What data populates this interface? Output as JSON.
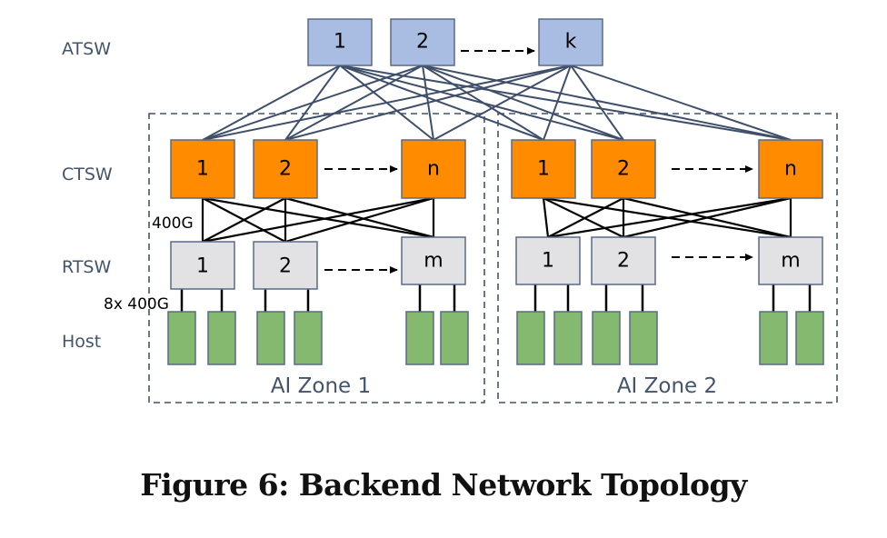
{
  "caption": "Figure 6: Backend Network Topology",
  "tiers": {
    "atsw": "ATSW",
    "ctsw": "CTSW",
    "rtsw": "RTSW",
    "host": "Host"
  },
  "annotations": {
    "ctsw_rtsw_link": "400G",
    "rtsw_host_link": "8x 400G"
  },
  "colors": {
    "atsw": "#a9bde2",
    "ctsw": "#ff8c00",
    "rtsw": "#e2e2e4",
    "host": "#84b96f",
    "border": "#5a6a85",
    "uplink": "#3f4f6a",
    "zone_border": "#44546a"
  },
  "atsw": [
    "1",
    "2",
    "k"
  ],
  "zones": [
    {
      "name": "AI Zone 1",
      "ctsw": [
        "1",
        "2",
        "n"
      ],
      "rtsw": [
        "1",
        "2",
        "m"
      ],
      "hosts_per_rtsw": 2
    },
    {
      "name": "AI Zone 2",
      "ctsw": [
        "1",
        "2",
        "n"
      ],
      "rtsw": [
        "1",
        "2",
        "m"
      ],
      "hosts_per_rtsw": 2
    }
  ]
}
